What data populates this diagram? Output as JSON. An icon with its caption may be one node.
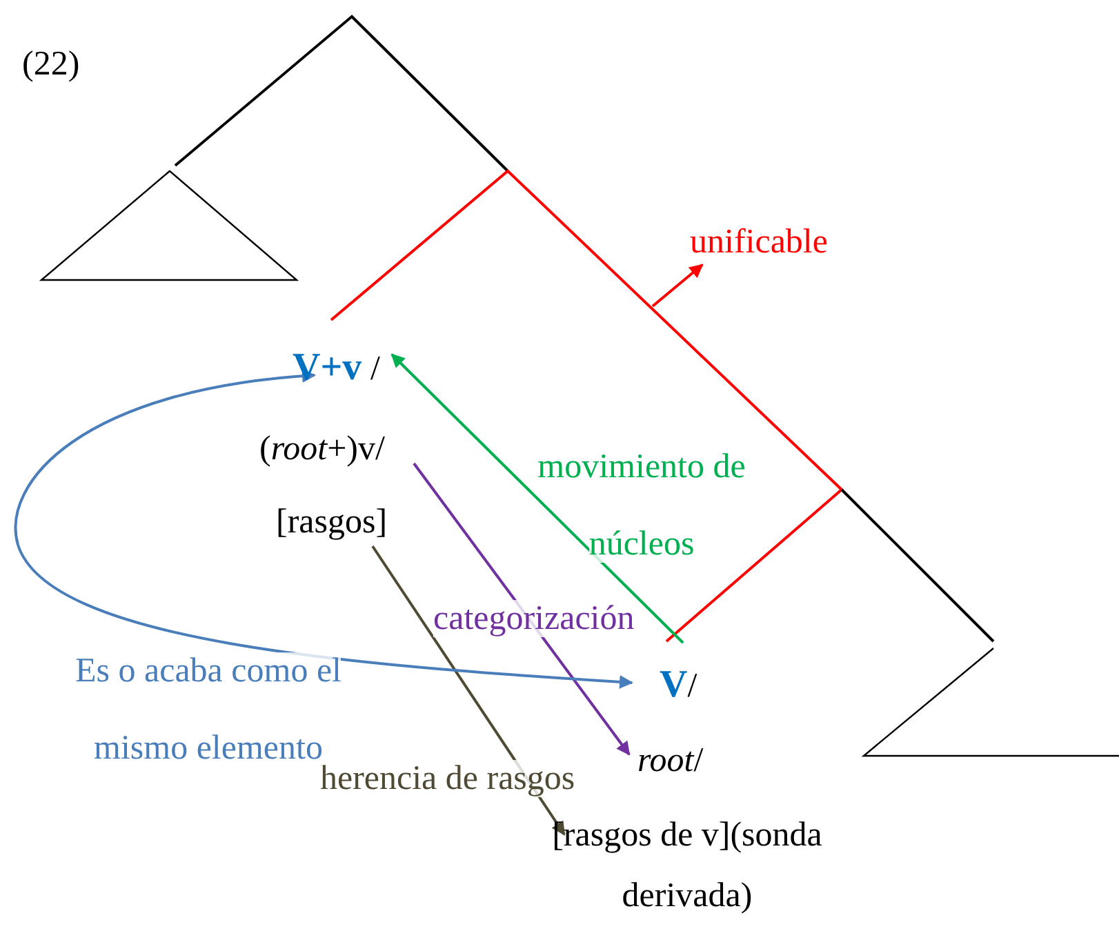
{
  "diagram": {
    "nodes": [
      {
        "text": [
          "**V+v** /"
        ]
      },
      {
        "text": [
          "(*root*+)v/"
        ]
      },
      {
        "text": [
          "[rasgos]"
        ]
      },
      {
        "text": [
          "**V**/"
        ]
      },
      {
        "text": [
          "*root*/"
        ]
      },
      {
        "text": [
          "[rasgos de v](sonda derivada)"
        ]
      },
      {
        "text": [
          "unificable"
        ]
      }
    ],
    "edges": [
      {
        "from": 3,
        "to": 0,
        "arrow": "to",
        "label": "movimiento de núcleos",
        "color": "#00b050"
      },
      {
        "from": 1,
        "to": 4,
        "arrow": "to",
        "label": "categorización",
        "color": "#7030a0"
      },
      {
        "from": 2,
        "to": 5,
        "arrow": "to",
        "label": "herencia de rasgos",
        "color": "#4f4a33"
      },
      {
        "from": 0,
        "to": 3,
        "arrow": "both",
        "label": "Es o acaba como el mismo elemento",
        "color": "#4a7ebb"
      },
      {
        "from": null,
        "to": 6,
        "arrow": "to",
        "color": "#ff0000"
      }
    ],
    "labels": [
      "(22)"
    ]
  }
}
